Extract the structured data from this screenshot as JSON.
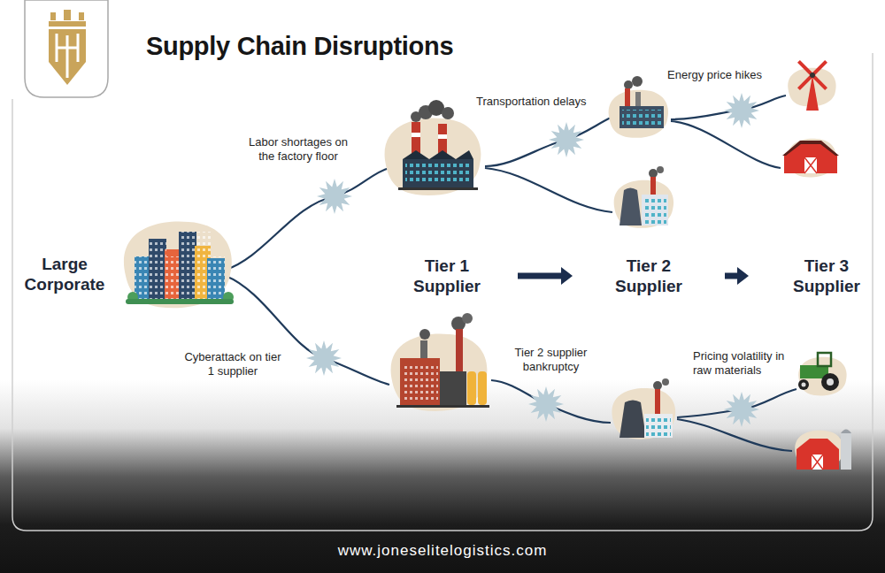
{
  "diagram": {
    "title": "Supply Chain Disruptions",
    "nodes": [
      {
        "text": [
          "Large Corporate"
        ]
      },
      {
        "text": [
          "Tier 1 Supplier"
        ]
      },
      {
        "text": [
          "Tier 2 Supplier"
        ]
      },
      {
        "text": [
          "Tier 3 Supplier"
        ]
      }
    ],
    "edges": [
      {
        "from": 1,
        "to": 2,
        "arrow": "to"
      },
      {
        "from": 2,
        "to": 3,
        "arrow": "to"
      }
    ],
    "labels": [
      "Energy price hikes",
      "Transportation delays",
      "Labor shortages on the factory floor",
      "Cyberattack on tier 1 supplier",
      "Tier 2 supplier bankruptcy",
      "Pricing volatility in raw materials",
      "www.joneselitelogistics.com"
    ]
  }
}
